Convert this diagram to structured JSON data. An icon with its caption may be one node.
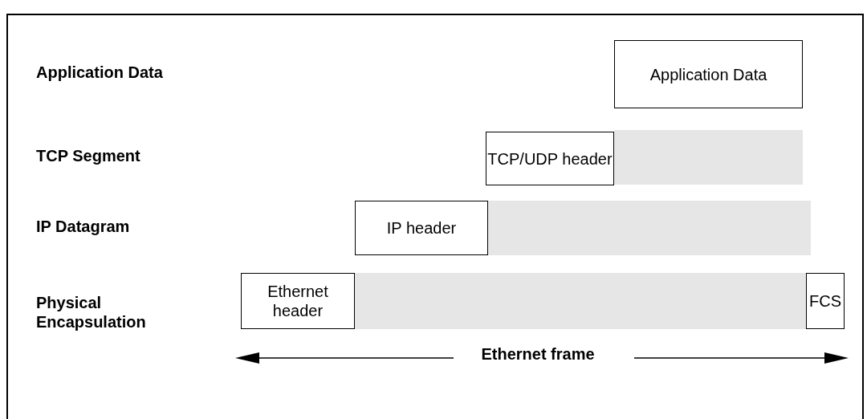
{
  "diagram": {
    "nodes": [
      {
        "text": [
          "Application Data"
        ]
      },
      {
        "text": [
          "TCP/UDP header"
        ]
      },
      {
        "text": [],
        "shape": "bar"
      },
      {
        "text": [
          "IP header"
        ]
      },
      {
        "text": [],
        "shape": "bar"
      },
      {
        "text": [
          "Ethernet header"
        ]
      },
      {
        "text": [],
        "shape": "bar"
      },
      {
        "text": [
          "FCS"
        ]
      }
    ],
    "edges": [],
    "labels": [
      "Application Data",
      "TCP Segment",
      "IP Datagram",
      "Physical Encapsulation",
      "Ethernet frame"
    ]
  }
}
